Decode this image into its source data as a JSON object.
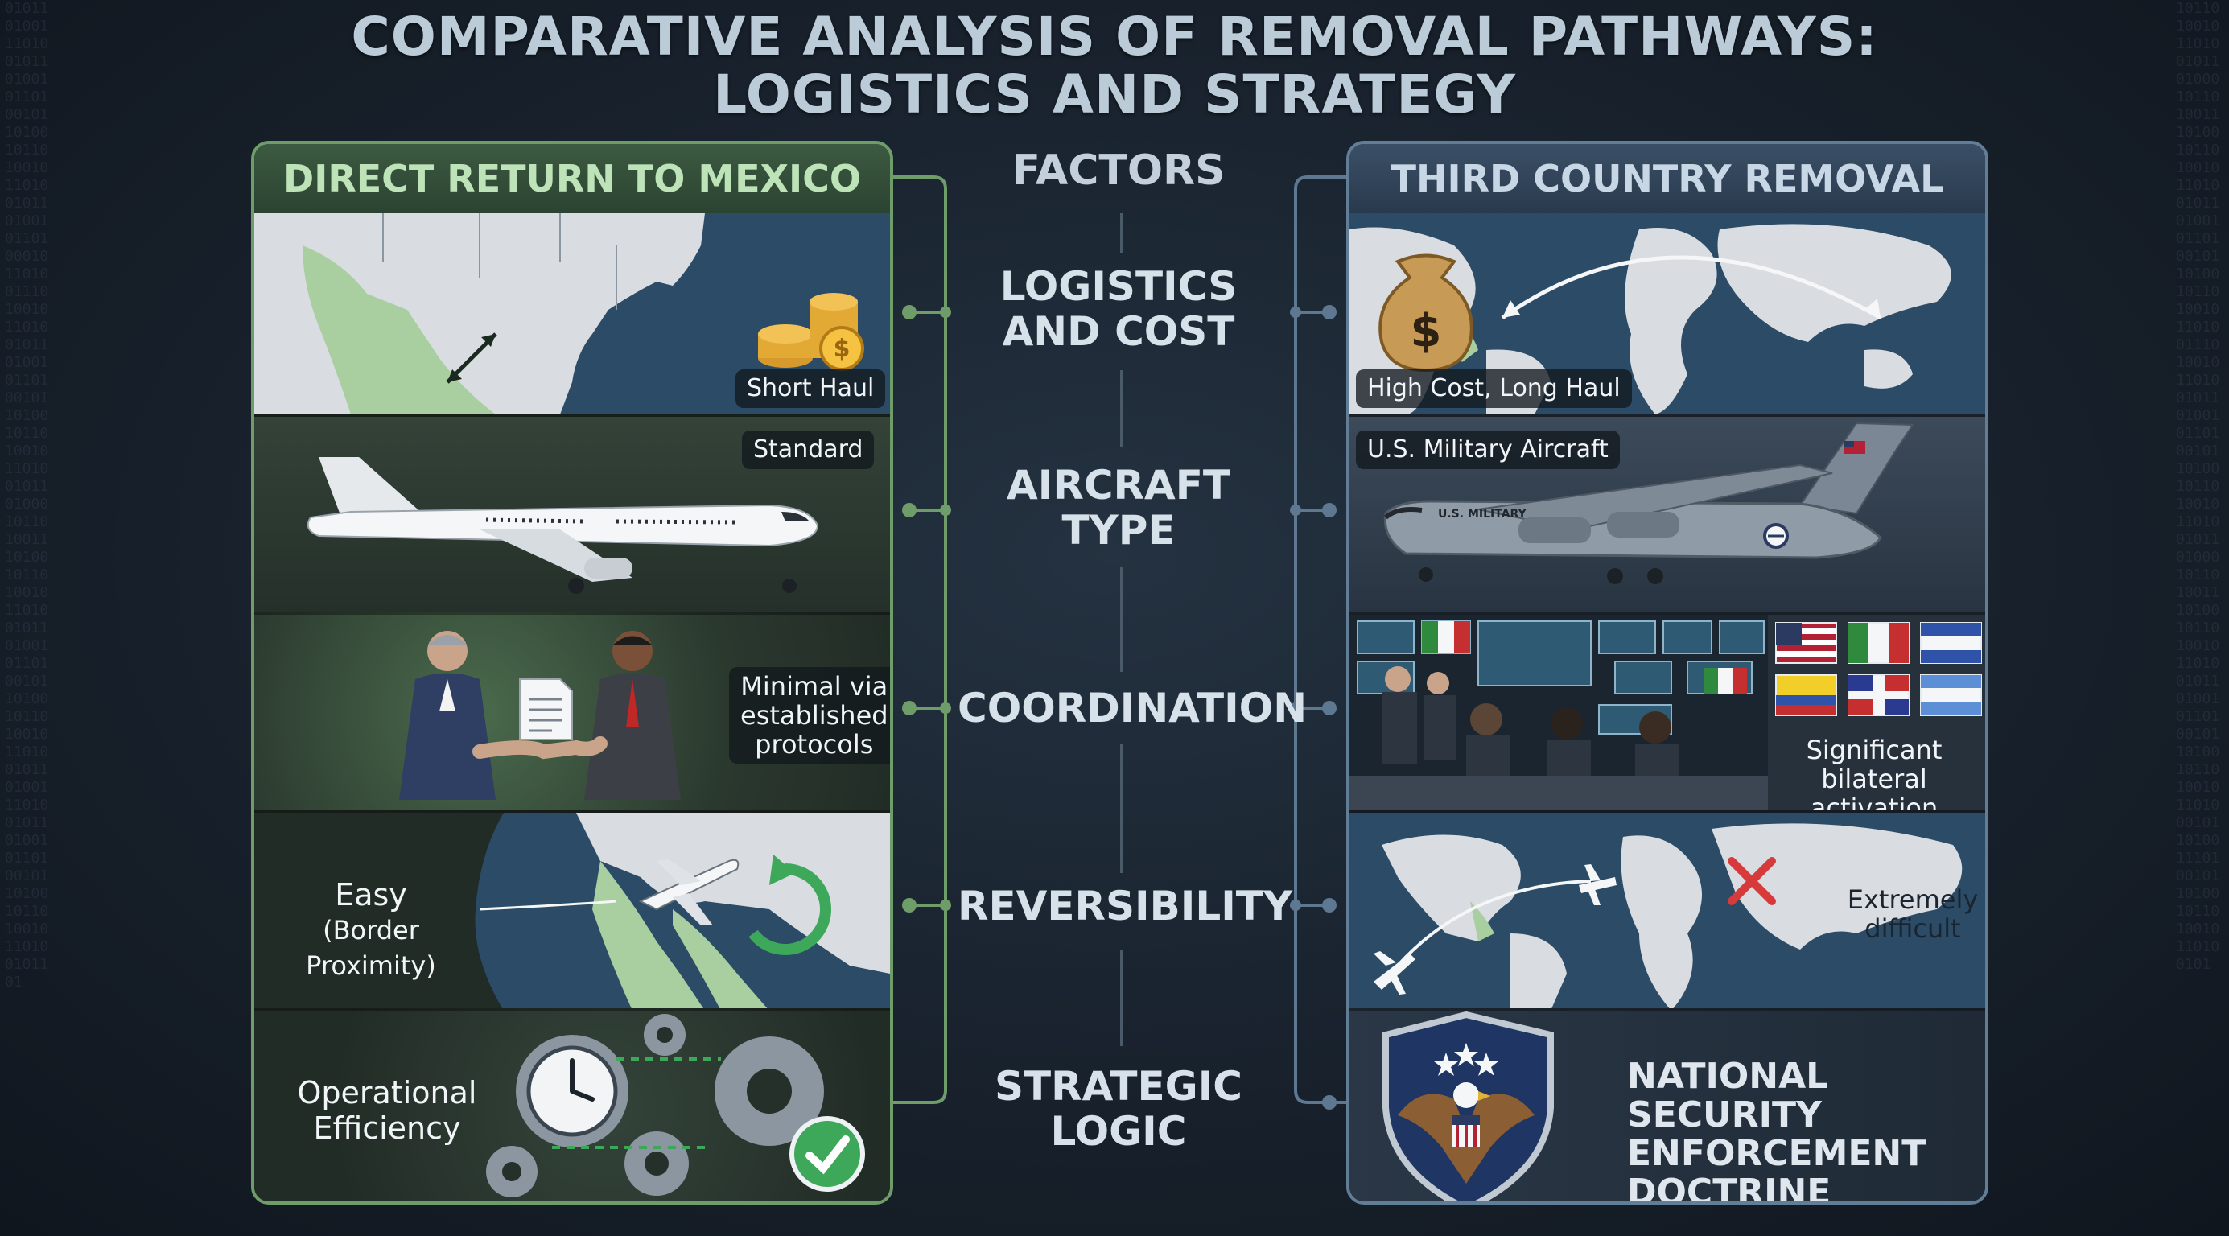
{
  "title_line1": "COMPARATIVE ANALYSIS OF REMOVAL PATHWAYS:",
  "title_line2": "LOGISTICS AND STRATEGY",
  "factors_heading": "FACTORS",
  "factors": [
    {
      "line1": "LOGISTICS",
      "line2": "AND COST"
    },
    {
      "line1": "AIRCRAFT",
      "line2": "TYPE"
    },
    {
      "line1": "COORDINATION",
      "line2": ""
    },
    {
      "line1": "REVERSIBILITY",
      "line2": ""
    },
    {
      "line1": "STRATEGIC",
      "line2": "LOGIC"
    }
  ],
  "left": {
    "header": "DIRECT RETURN TO MEXICO",
    "logistics_label": "Short Haul",
    "aircraft_label": "Standard",
    "coordination_lines": [
      "Minimal via",
      "established",
      "protocols"
    ],
    "reversibility_line1": "Easy",
    "reversibility_line2": "(Border Proximity)",
    "strategic_lines": [
      "Operational",
      "Efficiency"
    ]
  },
  "right": {
    "header": "THIRD COUNTRY REMOVAL",
    "logistics_label": "High Cost, Long Haul",
    "aircraft_label": "U.S. Military Aircraft",
    "aircraft_fuselage_text": "U.S. MILITARY",
    "coordination_lines": [
      "Significant bilateral",
      "activation"
    ],
    "reversibility_lines": [
      "Extremely",
      "difficult"
    ],
    "strategic_lines": [
      "NATIONAL SECURITY",
      "ENFORCEMENT",
      "DOCTRINE"
    ]
  },
  "colors": {
    "left_accent": "#6f9d6a",
    "right_accent": "#627d96",
    "map_ocean": "#2b4b66",
    "map_land_highlight": "#a9cfa0",
    "check_green": "#3ea85a",
    "x_red": "#d63a3a"
  },
  "icons": [
    "coins-icon",
    "money-bag-icon",
    "airliner-icon",
    "military-aircraft-icon",
    "handshake-icon",
    "document-icon",
    "command-center-icon",
    "flags-icon",
    "return-arrow-icon",
    "x-mark-icon",
    "gears-icon",
    "clock-icon",
    "checkmark-icon",
    "eagle-shield-icon"
  ]
}
